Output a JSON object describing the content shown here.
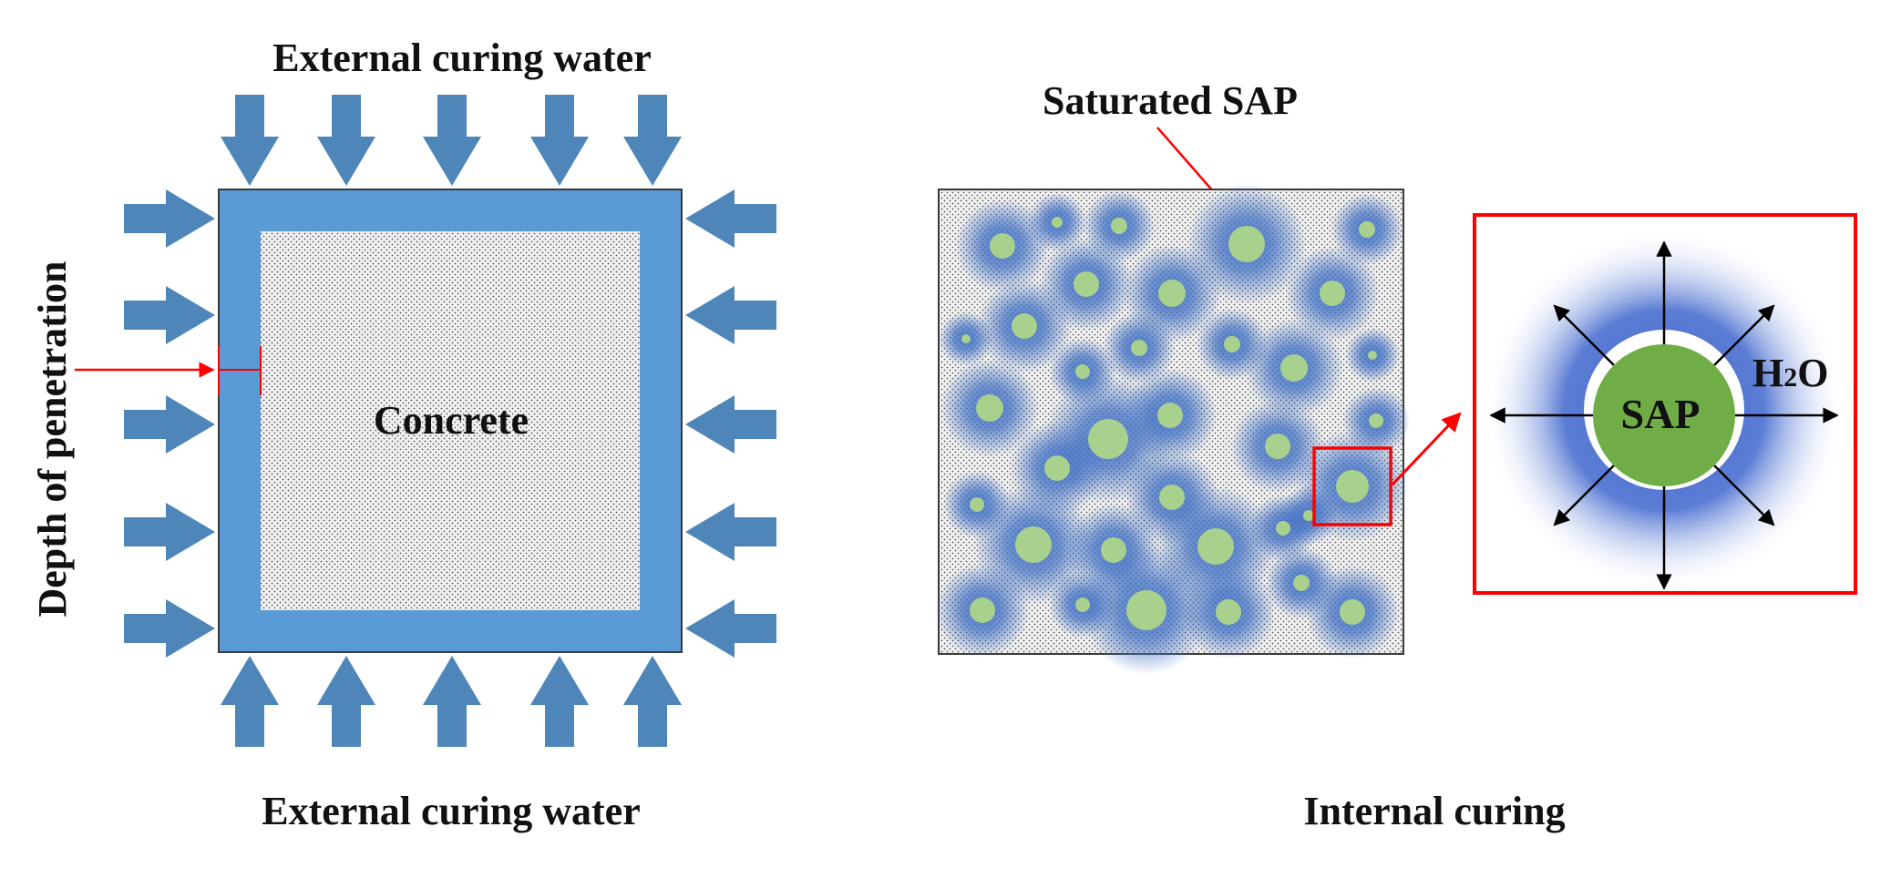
{
  "left_panel": {
    "top_label": "External curing water",
    "bottom_label": "External curing water",
    "side_label": "Depth of penetration",
    "center_label": "Concrete"
  },
  "right_panel": {
    "pointer_label": "Saturated SAP",
    "bottom_label": "Internal curing",
    "zoom_particle_label": "SAP",
    "water_label_main": "H",
    "water_label_sub": "2",
    "water_label_end": "O"
  },
  "colors": {
    "water_blue": "#5b9bd5",
    "arrow_blue": "#4f86b9",
    "sap_green": "#70ad47",
    "sap_light": "#a9d18e",
    "highlight_red": "#ff0000",
    "glow_blue": "#4472c4"
  }
}
